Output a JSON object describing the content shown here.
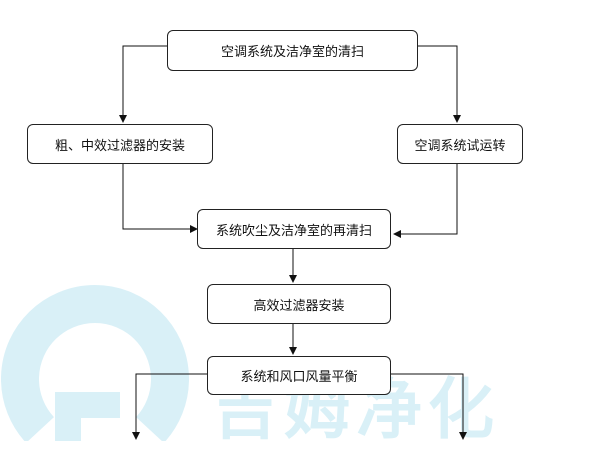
{
  "nodes": {
    "top": "空调系统及洁净室的清扫",
    "left": "粗、中效过滤器的安装",
    "right": "空调系统试运转",
    "middle": "系统吹尘及洁净室的再清扫",
    "hepa": "高效过滤器安装",
    "balance": "系统和风口风量平衡"
  },
  "watermark": {
    "text": "吉姆净化"
  },
  "colors": {
    "line": "#111111",
    "watermark": "#d9f0f7"
  }
}
